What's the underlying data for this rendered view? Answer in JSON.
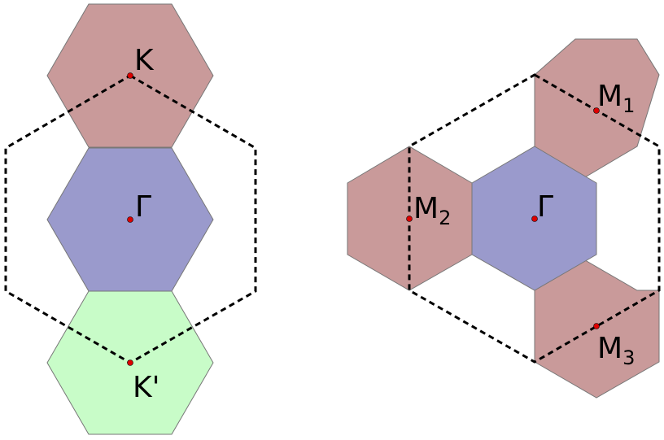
{
  "colors": {
    "k_hexagon": "#c99a9a",
    "gamma_hexagon": "#9a9acc",
    "kprime_hexagon": "#c8fcc8",
    "hex_stroke": "#777777",
    "dashed_line": "#000000",
    "point": "#dd0000"
  },
  "left_diagram": {
    "label_k": "K",
    "label_gamma": "Γ",
    "label_kprime": "K'"
  },
  "right_diagram": {
    "label_gamma": "Γ",
    "m1": {
      "base": "M",
      "sub": "1"
    },
    "m2": {
      "base": "M",
      "sub": "2"
    },
    "m3": {
      "base": "M",
      "sub": "3"
    }
  }
}
